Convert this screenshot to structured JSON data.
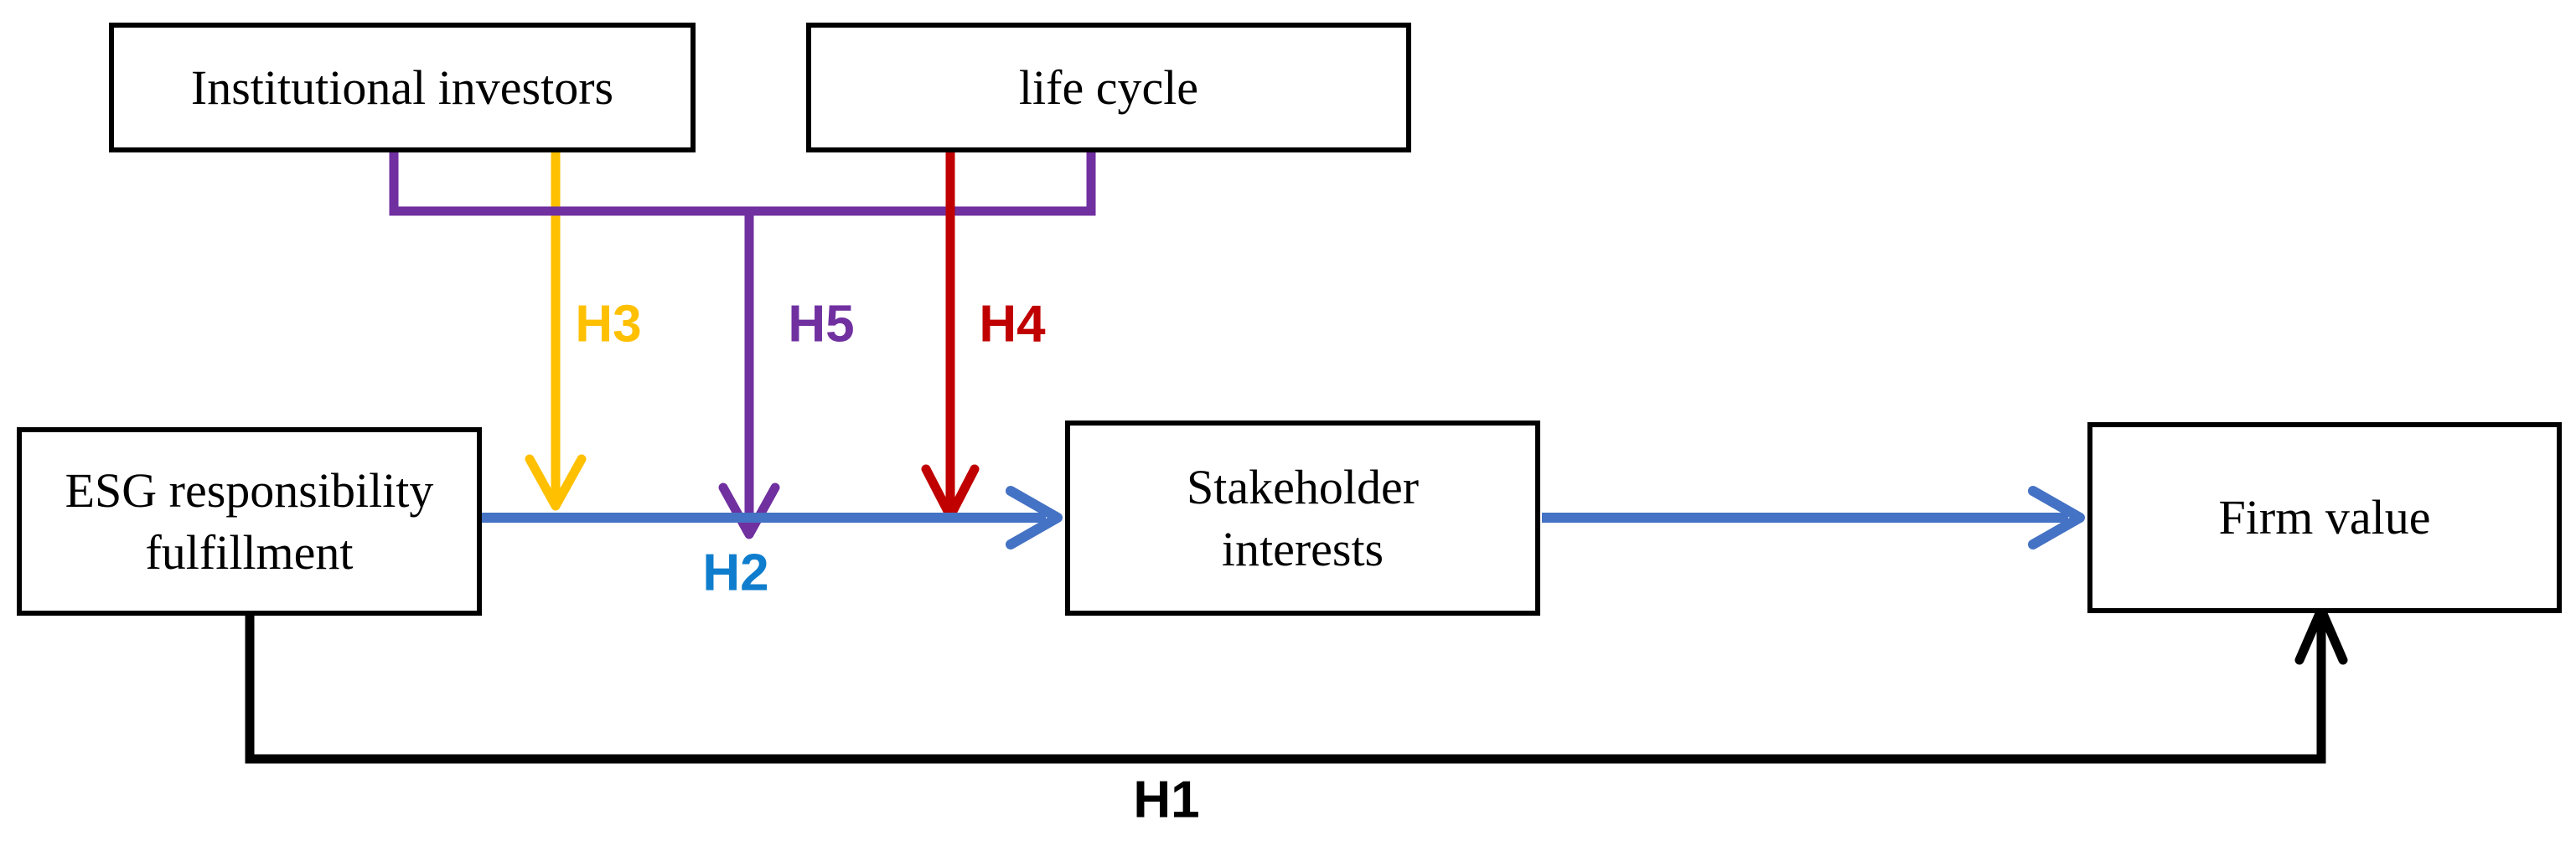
{
  "figure": {
    "type": "hypothesis-model-diagram",
    "boxes": {
      "institutional_investors": {
        "label": "Institutional investors"
      },
      "life_cycle": {
        "label": "life cycle"
      },
      "esg": {
        "lines": [
          "ESG responsibility",
          "fulfillment"
        ]
      },
      "stakeholder": {
        "lines": [
          "Stakeholder",
          "interests"
        ]
      },
      "firm_value": {
        "label": "Firm value"
      }
    },
    "hypothesis_labels": {
      "h1": {
        "text": "H1",
        "color": "#000000"
      },
      "h2": {
        "text": "H2",
        "color": "#0f7dcd"
      },
      "h3": {
        "text": "H3",
        "color": "#ffc000"
      },
      "h4": {
        "text": "H4",
        "color": "#c00000"
      },
      "h5": {
        "text": "H5",
        "color": "#7030a0"
      }
    },
    "edges": [
      {
        "label": "H1",
        "from": "ESG responsibility fulfillment",
        "to": "Firm value",
        "color": "#000000",
        "style": "elbow-bottom"
      },
      {
        "label": "H2",
        "from": "ESG responsibility fulfillment",
        "to": "Stakeholder interests",
        "color": "#4472c4",
        "style": "straight"
      },
      {
        "label": "",
        "from": "Stakeholder interests",
        "to": "Firm value",
        "color": "#4472c4",
        "style": "straight"
      },
      {
        "label": "H3",
        "from": "Institutional investors",
        "to": "H2 path (moderating arrow)",
        "color": "#ffc000",
        "style": "straight-down"
      },
      {
        "label": "H4",
        "from": "life cycle",
        "to": "H2 path (moderating arrow)",
        "color": "#c00000",
        "style": "straight-down"
      },
      {
        "label": "H5",
        "from": "Institutional investors + life cycle (joint connector)",
        "to": "H2 path (moderating arrow)",
        "color": "#7030a0",
        "style": "elbow-top-down"
      }
    ],
    "line_colors": {
      "main_path_blue": "#4472c4",
      "h3_arrow": "#ffc000",
      "h4_arrow": "#c00000",
      "h5_connector": "#7030a0",
      "h1_arrow": "#000000"
    }
  }
}
